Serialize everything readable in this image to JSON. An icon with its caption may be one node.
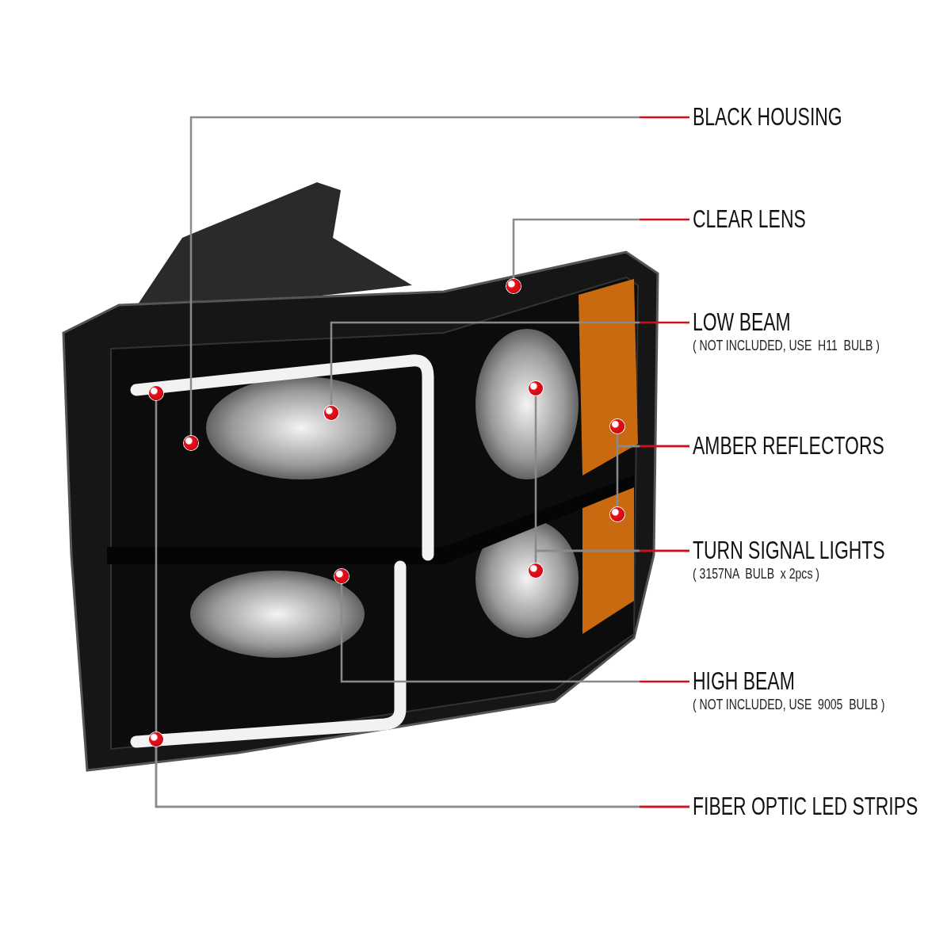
{
  "diagram": {
    "nodes": [
      {
        "text": [
          "BLACK HOUSING"
        ]
      },
      {
        "text": [
          "CLEAR LENS"
        ]
      },
      {
        "text": [
          "LOW BEAM",
          "( NOT INCLUDED, USE  H11  BULB )"
        ]
      },
      {
        "text": [
          "AMBER REFLECTORS"
        ]
      },
      {
        "text": [
          "TURN SIGNAL LIGHTS",
          "( 3157NA  BULB  x 2pcs )"
        ]
      },
      {
        "text": [
          "HIGH BEAM",
          "( NOT INCLUDED, USE  9005  BULB )"
        ]
      },
      {
        "text": [
          "FIBER OPTIC LED STRIPS"
        ]
      },
      {
        "text": [],
        "shape": "circle"
      },
      {
        "text": [],
        "shape": "circle"
      },
      {
        "text": [],
        "shape": "circle"
      },
      {
        "text": [],
        "shape": "circle"
      },
      {
        "text": [],
        "shape": "circle"
      },
      {
        "text": [],
        "shape": "circle"
      },
      {
        "text": [],
        "shape": "circle"
      },
      {
        "text": [],
        "shape": "circle"
      },
      {
        "text": [],
        "shape": "circle"
      },
      {
        "text": [],
        "shape": "circle"
      }
    ],
    "edges": [
      {
        "from": 0,
        "to": 7,
        "arrow": "none"
      },
      {
        "from": 1,
        "to": 8,
        "arrow": "none"
      },
      {
        "from": 2,
        "to": 9,
        "arrow": "none"
      },
      {
        "from": 3,
        "to": 10,
        "arrow": "none"
      },
      {
        "from": 3,
        "to": 11,
        "arrow": "none"
      },
      {
        "from": 4,
        "to": 12,
        "arrow": "none"
      },
      {
        "from": 4,
        "to": 13,
        "arrow": "none"
      },
      {
        "from": 5,
        "to": 14,
        "arrow": "none"
      },
      {
        "from": 6,
        "to": 15,
        "arrow": "none"
      },
      {
        "from": 6,
        "to": 16,
        "arrow": "none"
      }
    ]
  }
}
